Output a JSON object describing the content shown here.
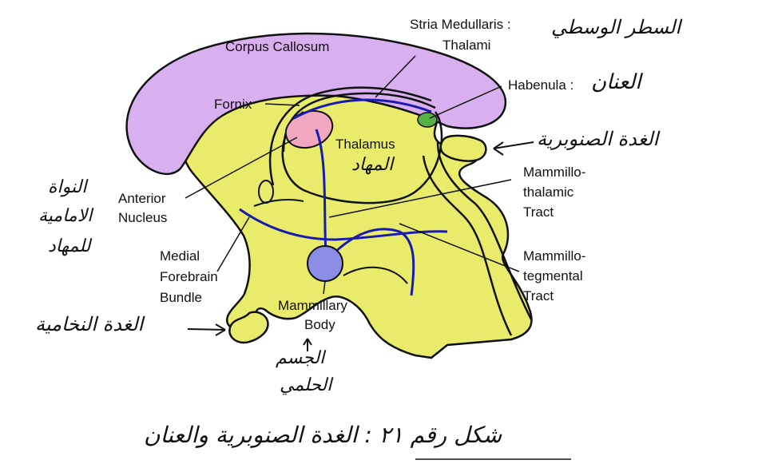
{
  "labels": {
    "corpus_callosum": "Corpus Callosum",
    "stria_line1": "Stria Medullaris :",
    "stria_line2": "Thalami",
    "habenula": "Habenula :",
    "fornix": "Fornix",
    "thalamus": "Thalamus",
    "anterior_line1": "Anterior",
    "anterior_line2": "Nucleus",
    "mt_line1": "Mammillo-",
    "mt_line2": "thalamic",
    "mt_line3": "Tract",
    "mteg_line1": "Mammillo-",
    "mteg_line2": "tegmental",
    "mteg_line3": "Tract",
    "mfb_line1": "Medial",
    "mfb_line2": "Forebrain",
    "mfb_line3": "Bundle",
    "mb_line1": "Mammillary",
    "mb_line2": "Body"
  },
  "arabic": {
    "stria": "السطر الوسطي",
    "habenula": "العنان",
    "pineal": "الغدة الصنوبرية",
    "thalamus": "المهاد",
    "anterior_line1": "النواة",
    "anterior_line2": "الامامية",
    "anterior_line3": "للمهاد",
    "pituitary": "الغدة النخامية",
    "mb_line1": "الجسم",
    "mb_line2": "الحلمي",
    "caption": "شكل رقم ٢١ : الغدة الصنوبرية والعنان"
  },
  "colors": {
    "yellow": "#e8ec6a",
    "lavender": "#d9b0ef",
    "pink": "#f2a7c0",
    "green": "#55b045",
    "blue_body": "#8c8ee6",
    "blue_line": "#1a1ab0"
  }
}
